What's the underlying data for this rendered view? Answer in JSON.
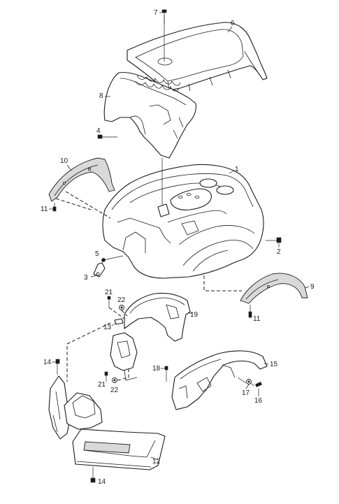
{
  "callouts": {
    "c1": "1",
    "c2": "2",
    "c3": "3",
    "c4": "4",
    "c5": "5",
    "c6": "6",
    "c7": "7",
    "c8": "8",
    "c9": "9",
    "c10": "10",
    "c11a": "11",
    "c11b": "11",
    "c12": "12",
    "c13": "13",
    "c14a": "14",
    "c14b": "14",
    "c15": "15",
    "c16": "16",
    "c17": "17",
    "c18": "18",
    "c19": "19",
    "c21a": "21",
    "c21b": "21",
    "c22a": "22",
    "c22b": "22"
  }
}
